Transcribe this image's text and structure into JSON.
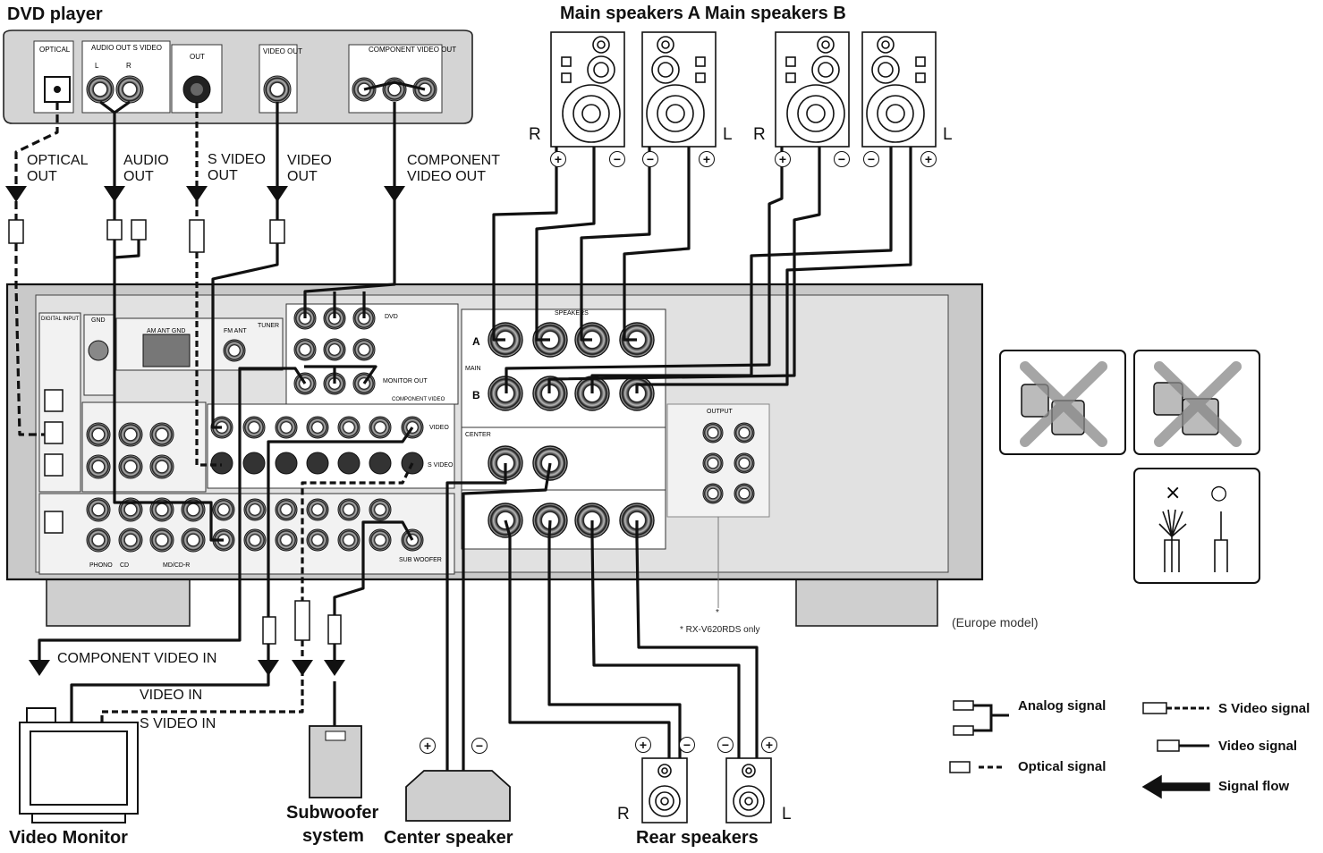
{
  "titles": {
    "dvd_player": "DVD player",
    "main_speakers": "Main speakers A Main speakers B",
    "video_monitor": "Video Monitor",
    "subwoofer_line1": "Subwoofer",
    "subwoofer_line2": "system",
    "center_speaker": "Center speaker",
    "rear_speakers": "Rear speakers"
  },
  "dvd_jacks": {
    "optical": "OPTICAL",
    "audio_out": "AUDIO OUT S VIDEO",
    "l": "L",
    "r": "R",
    "out": "OUT",
    "video_out": "VIDEO OUT",
    "component": "COMPONENT VIDEO OUT"
  },
  "cable_labels": {
    "optical_out_1": "OPTICAL",
    "optical_out_2": "OUT",
    "audio_out_1": "AUDIO",
    "audio_out_2": "OUT",
    "svideo_out_1": "S VIDEO",
    "svideo_out_2": "OUT",
    "video_out_1": "VIDEO",
    "video_out_2": "OUT",
    "component_out_1": "COMPONENT",
    "component_out_2": "VIDEO OUT",
    "component_in": "COMPONENT VIDEO IN",
    "video_in": "VIDEO IN",
    "svideo_in": "S VIDEO IN"
  },
  "speaker_marks": {
    "r": "R",
    "l": "L",
    "plus": "+",
    "minus": "−"
  },
  "receiver_labels": {
    "a": "A",
    "b": "B",
    "main": "MAIN",
    "center": "CENTER",
    "speakers": "SPEAKERS",
    "output": "OUTPUT",
    "tuner": "TUNER",
    "am_ant": "AM ANT GND",
    "fm_ant": "FM ANT",
    "gnd": "GND",
    "digital_input": "DIGITAL INPUT",
    "dvd": "DVD",
    "monitor_out": "MONITOR OUT",
    "component_video": "COMPONENT VIDEO",
    "video": "VIDEO",
    "s_video": "S VIDEO",
    "sub_woofer": "SUB WOOFER",
    "phono": "PHONO",
    "cd": "CD",
    "md_cd_r": "MD/CD-R"
  },
  "legend": {
    "analog": "Analog signal",
    "optical": "Optical signal",
    "svideo": "S Video signal",
    "video": "Video signal",
    "flow": "Signal flow"
  },
  "insets": {
    "x_mark": "×",
    "o_mark": "○"
  },
  "notes": {
    "europe": "(Europe model)",
    "star": "*",
    "rds_only": "* RX-V620RDS only"
  }
}
